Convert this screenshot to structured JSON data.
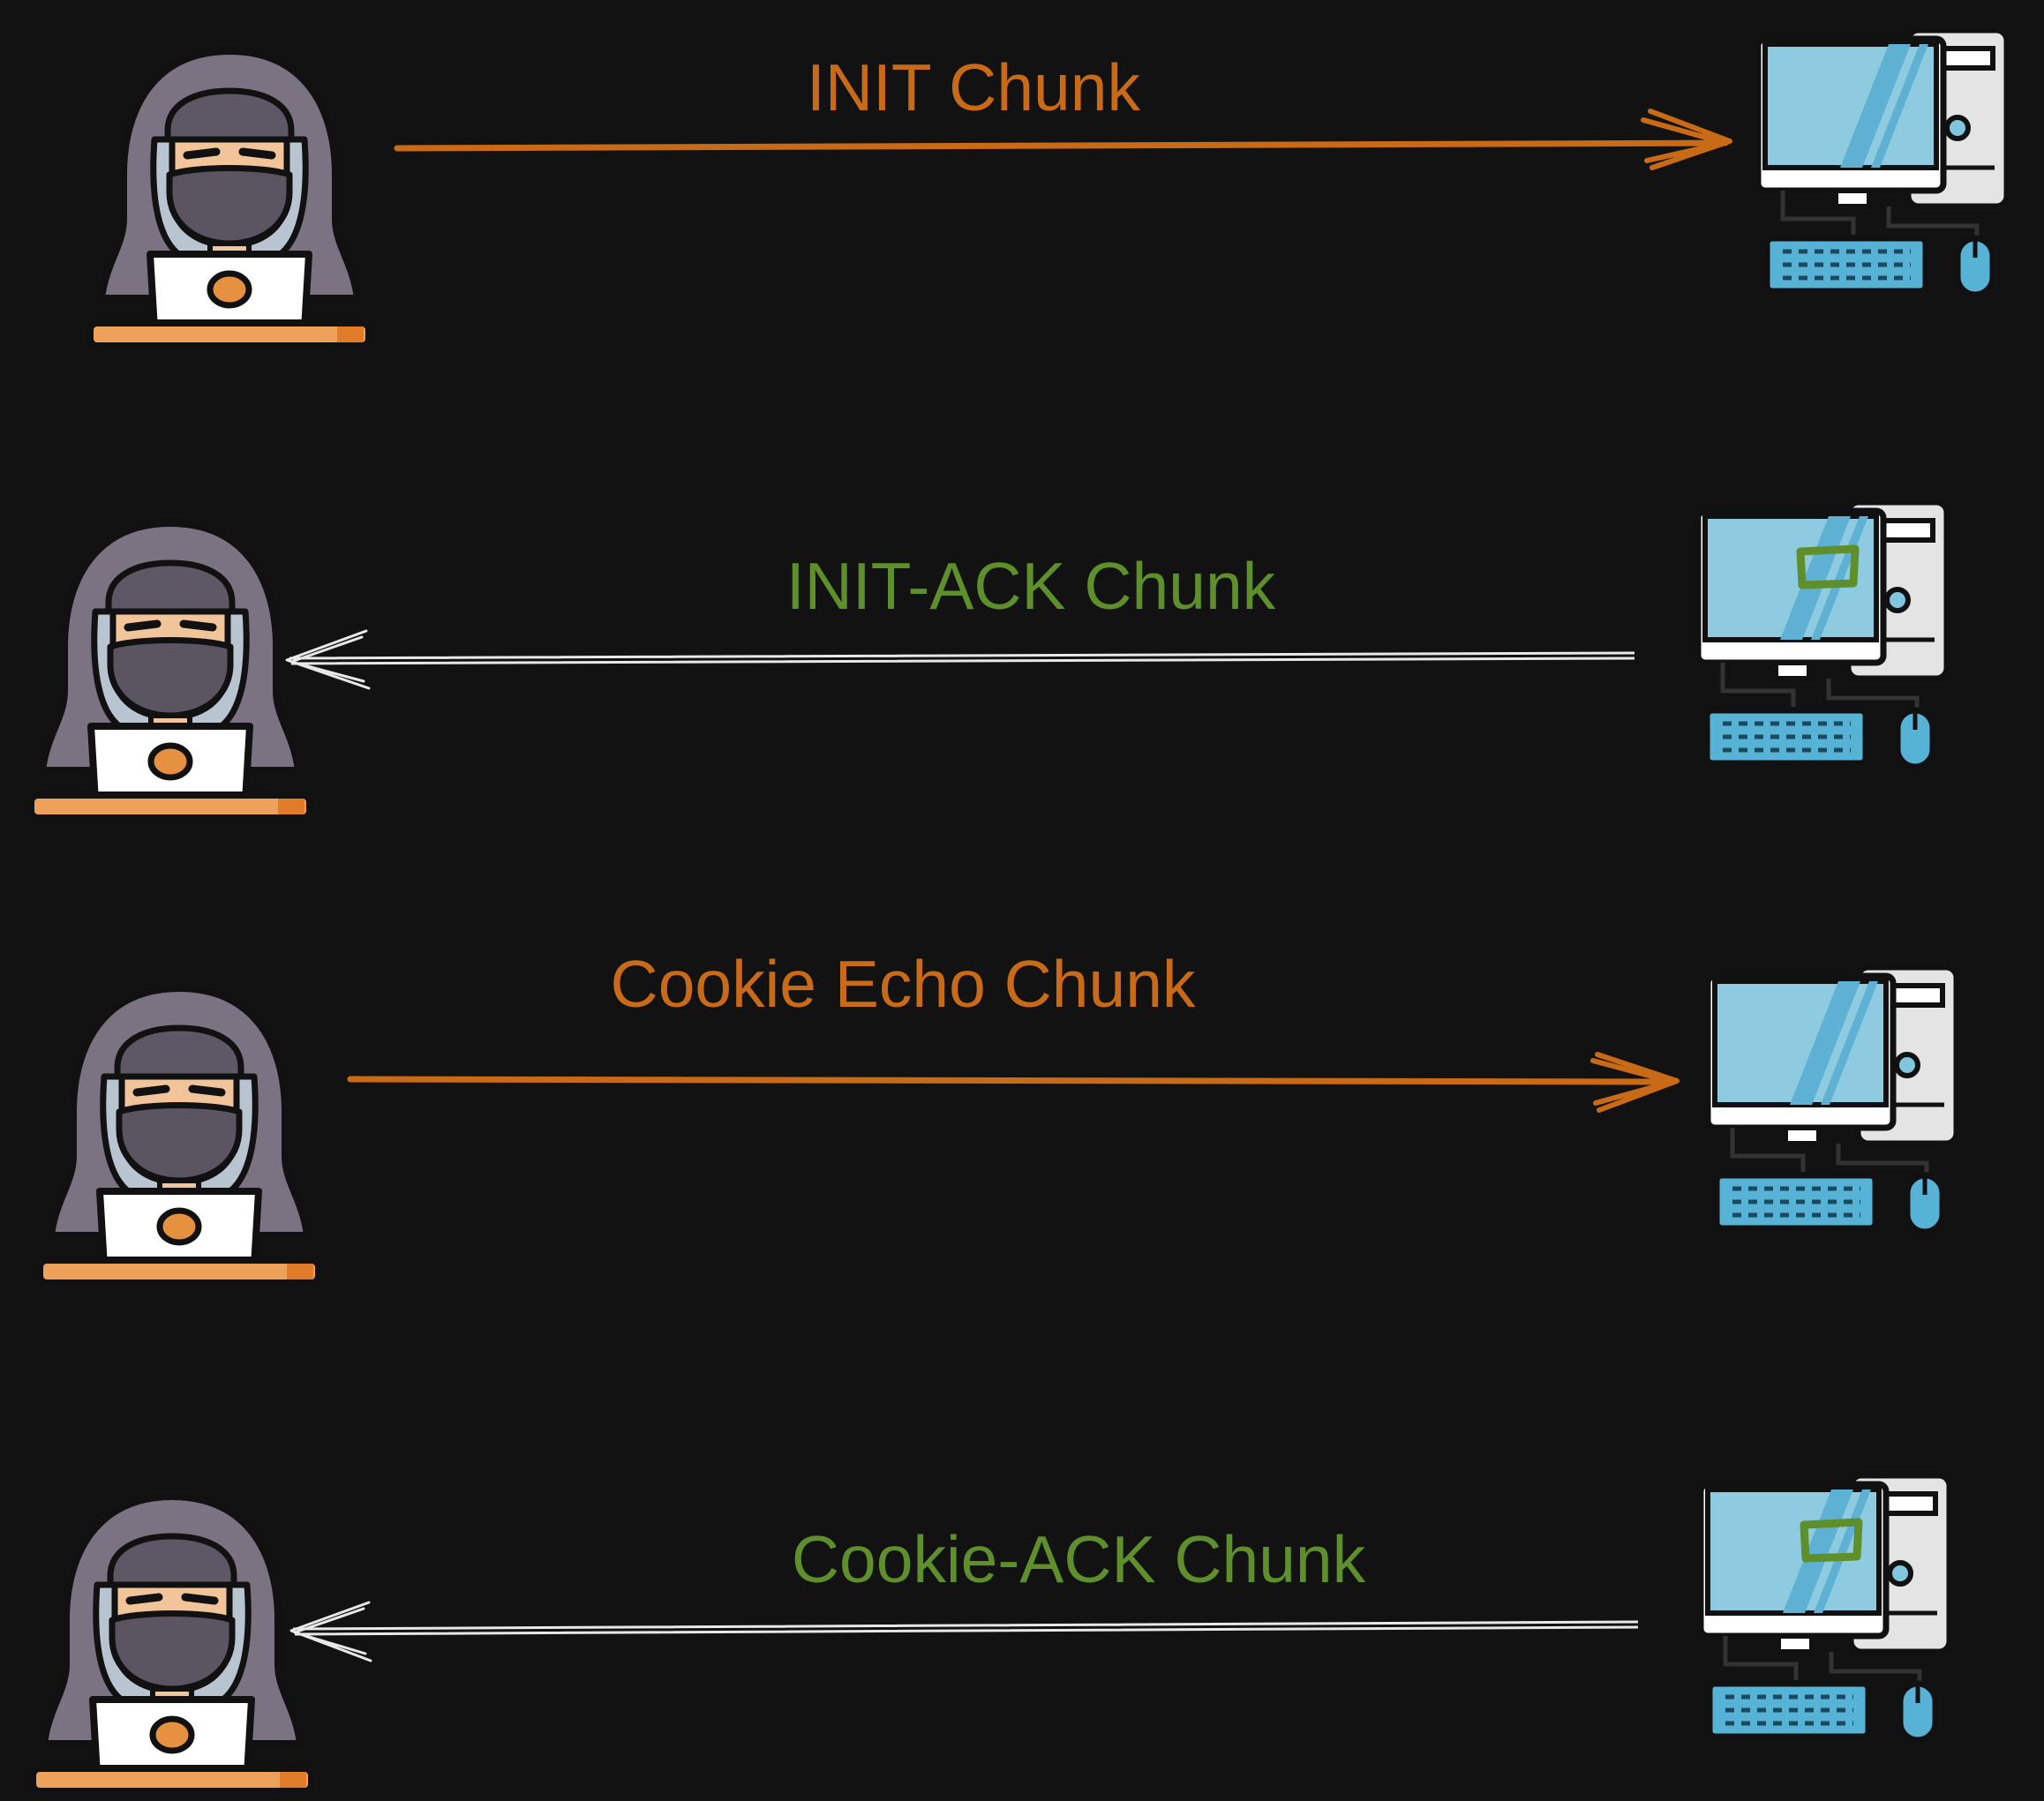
{
  "diagram": {
    "background": "#121212",
    "colors": {
      "request": "#c96a17",
      "response": "#5e8f2a",
      "response_arrow": "#e8e8e8"
    },
    "steps": [
      {
        "label": "INIT Chunk",
        "direction": "client-to-server",
        "server_variant": "plain"
      },
      {
        "label": "INIT-ACK Chunk",
        "direction": "server-to-client",
        "server_variant": "with-cookie"
      },
      {
        "label": "Cookie Echo Chunk",
        "direction": "client-to-server",
        "server_variant": "plain"
      },
      {
        "label": "Cookie-ACK Chunk",
        "direction": "server-to-client",
        "server_variant": "with-cookie"
      }
    ],
    "icons": {
      "client": "hacker-icon",
      "server": "desktop-computer-icon",
      "cookie": "cookie-marker-icon"
    }
  }
}
